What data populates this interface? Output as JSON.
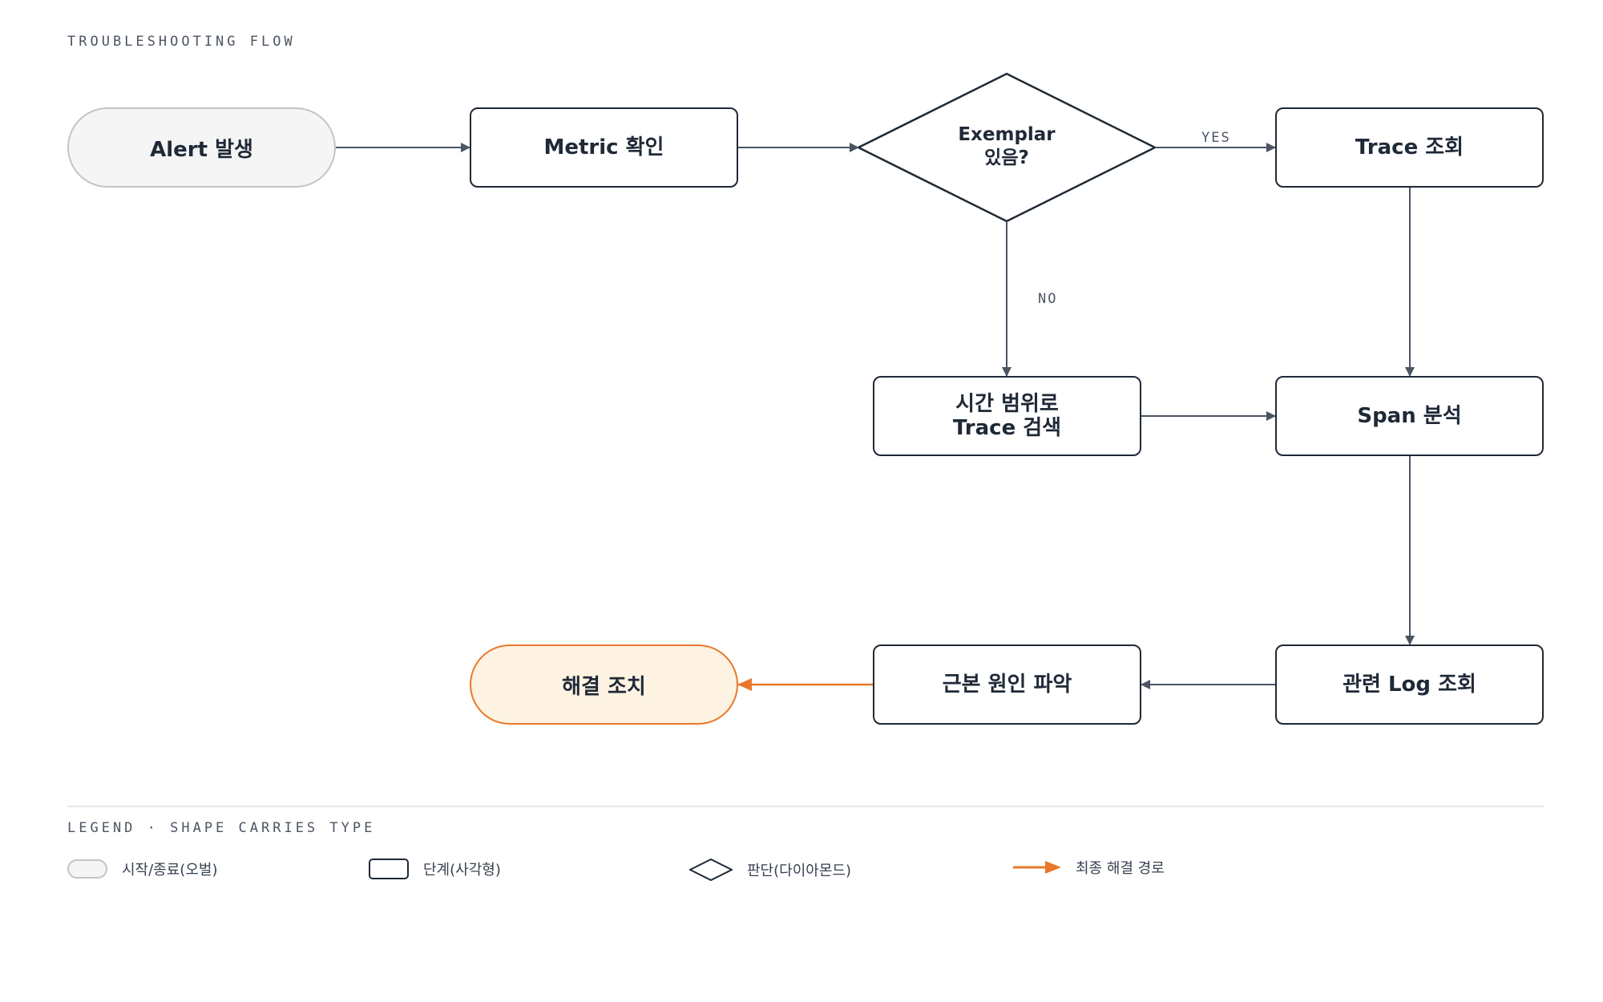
{
  "title": "TROUBLESHOOTING FLOW",
  "nodes": {
    "alert": "Alert 발생",
    "metric": "Metric 확인",
    "decision": "Exemplar\n있음?",
    "trace_lookup": "Trace 조회",
    "time_search": "시간 범위로\nTrace 검색",
    "span": "Span 분석",
    "log": "관련 Log 조회",
    "root_cause": "근본 원인 파악",
    "resolve": "해결 조치"
  },
  "edge_labels": {
    "yes": "YES",
    "no": "NO"
  },
  "legend": {
    "title": "LEGEND · SHAPE CARRIES TYPE",
    "items": {
      "terminal": "시작/종료(오벌)",
      "step": "단계(사각형)",
      "decision": "판단(다이아몬드)",
      "final_path": "최종 해결 경로"
    }
  },
  "colors": {
    "stroke": "#1f2937",
    "edge": "#4b5563",
    "terminal_fill": "#f5f5f5",
    "terminal_stroke": "#c4c4c4",
    "accent": "#e8792a",
    "accent_fill": "#fef3e2"
  }
}
